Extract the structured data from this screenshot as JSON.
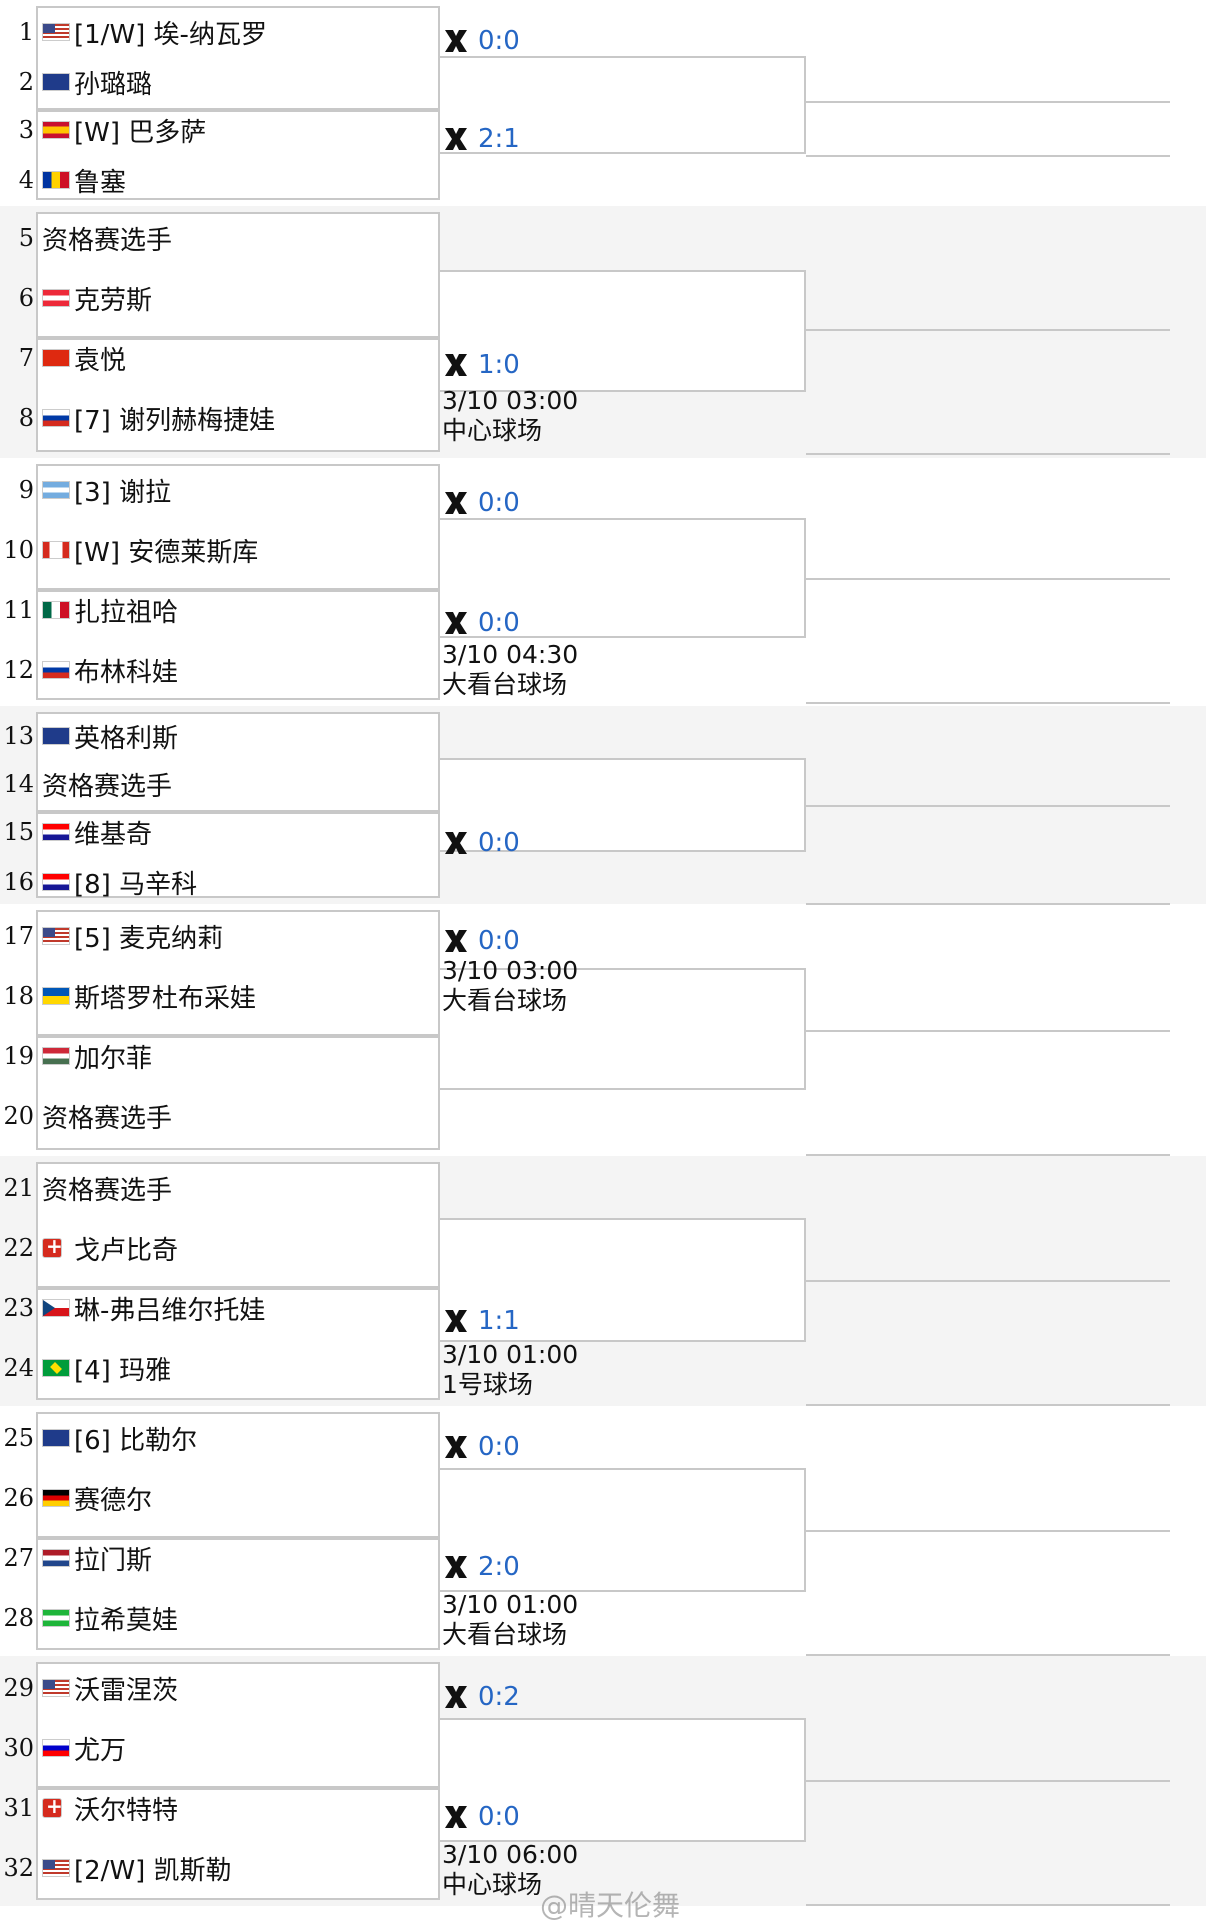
{
  "players": [
    {
      "no": "1",
      "flag": "us",
      "name": "[1/W] 埃-纳瓦罗"
    },
    {
      "no": "2",
      "flag": "au",
      "name": "孙璐璐"
    },
    {
      "no": "3",
      "flag": "es",
      "name": "[W] 巴多萨"
    },
    {
      "no": "4",
      "flag": "ro",
      "name": "鲁塞"
    },
    {
      "no": "5",
      "flag": "",
      "name": "资格赛选手"
    },
    {
      "no": "6",
      "flag": "at",
      "name": "克劳斯"
    },
    {
      "no": "7",
      "flag": "cn",
      "name": "袁悦"
    },
    {
      "no": "8",
      "flag": "ru",
      "name": "[7] 谢列赫梅捷娃"
    },
    {
      "no": "9",
      "flag": "ar",
      "name": "[3] 谢拉"
    },
    {
      "no": "10",
      "flag": "ca",
      "name": "[W] 安德莱斯库"
    },
    {
      "no": "11",
      "flag": "mx",
      "name": "扎拉祖哈"
    },
    {
      "no": "12",
      "flag": "ru",
      "name": "布林科娃"
    },
    {
      "no": "13",
      "flag": "au",
      "name": "英格利斯"
    },
    {
      "no": "14",
      "flag": "",
      "name": "资格赛选手"
    },
    {
      "no": "15",
      "flag": "hr",
      "name": "维基奇"
    },
    {
      "no": "16",
      "flag": "hr",
      "name": "[8] 马辛科"
    },
    {
      "no": "17",
      "flag": "us",
      "name": "[5] 麦克纳莉"
    },
    {
      "no": "18",
      "flag": "ua",
      "name": "斯塔罗杜布采娃"
    },
    {
      "no": "19",
      "flag": "hu",
      "name": "加尔菲"
    },
    {
      "no": "20",
      "flag": "",
      "name": "资格赛选手"
    },
    {
      "no": "21",
      "flag": "",
      "name": "资格赛选手"
    },
    {
      "no": "22",
      "flag": "ch",
      "name": "戈卢比奇"
    },
    {
      "no": "23",
      "flag": "cz",
      "name": "琳-弗吕维尔托娃"
    },
    {
      "no": "24",
      "flag": "br",
      "name": "[4] 玛雅"
    },
    {
      "no": "25",
      "flag": "au",
      "name": "[6] 比勒尔"
    },
    {
      "no": "26",
      "flag": "de",
      "name": "赛德尔"
    },
    {
      "no": "27",
      "flag": "nl",
      "name": "拉门斯"
    },
    {
      "no": "28",
      "flag": "uz",
      "name": "拉希莫娃"
    },
    {
      "no": "29",
      "flag": "us",
      "name": "沃雷涅茨"
    },
    {
      "no": "30",
      "flag": "si",
      "name": "尤万"
    },
    {
      "no": "31",
      "flag": "ch",
      "name": "沃尔特特"
    },
    {
      "no": "32",
      "flag": "us",
      "name": "[2/W] 凯斯勒"
    }
  ],
  "matches": [
    {
      "score": "0:0"
    },
    {
      "score": "2:1"
    },
    {
      "score": "1:0",
      "date": "3/10 03:00",
      "court": "中心球场"
    },
    {
      "score": "0:0"
    },
    {
      "score": "0:0",
      "date": "3/10 04:30",
      "court": "大看台球场"
    },
    {
      "score": "0:0"
    },
    {
      "score": "0:0",
      "date": "3/10 03:00",
      "court": "大看台球场"
    },
    {
      "score": "1:1",
      "date": "3/10 01:00",
      "court": "1号球场"
    },
    {
      "score": "0:0"
    },
    {
      "score": "2:0",
      "date": "3/10 01:00",
      "court": "大看台球场"
    },
    {
      "score": "0:2"
    },
    {
      "score": "0:0",
      "date": "3/10 06:00",
      "court": "中心球场"
    }
  ],
  "icons": {
    "match_icon": "crossed-rackets-icon"
  },
  "colors": {
    "score": "#2566c4",
    "border": "#c8c8c8",
    "shade": "#f4f4f4"
  },
  "watermark": "@晴天伦舞"
}
